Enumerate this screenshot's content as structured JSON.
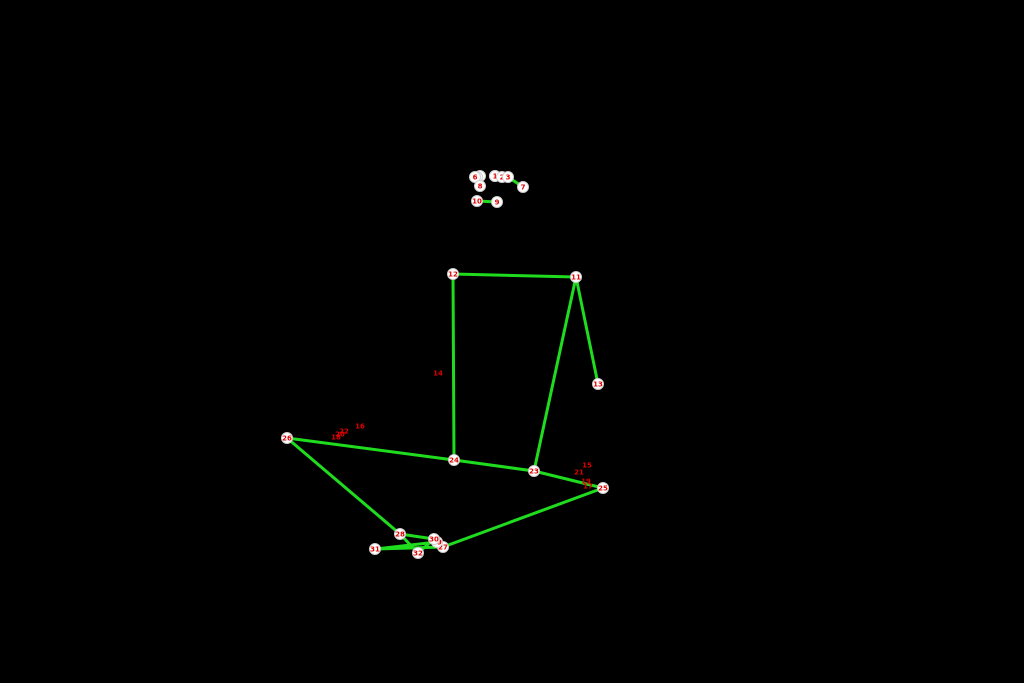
{
  "colors": {
    "background": "#000000",
    "bone": "#1fdc1f",
    "joint_fill": "#ffffff",
    "label": "#e00000"
  },
  "labels": {
    "j0": "0",
    "j1": "1",
    "j2": "2",
    "j3": "3",
    "j4": "4",
    "j5": "5",
    "j6": "6",
    "j7": "7",
    "j8": "8",
    "j9": "9",
    "j10": "10",
    "j11": "11",
    "j12": "12",
    "j13": "13",
    "j14": "14",
    "j15": "15",
    "j16": "16",
    "j17": "17",
    "j18": "18",
    "j19": "19",
    "j20": "20",
    "j21": "21",
    "j22": "22",
    "j23": "23",
    "j24": "24",
    "j25": "25",
    "j26": "26",
    "j27": "27",
    "j28": "28",
    "j29": "29",
    "j30": "30",
    "j31": "31",
    "j32": "32"
  },
  "connections": [
    [
      "j9",
      "j10"
    ],
    [
      "j11",
      "j12"
    ],
    [
      "j11",
      "j13"
    ],
    [
      "j11",
      "j23"
    ],
    [
      "j12",
      "j24"
    ],
    [
      "j23",
      "j24"
    ],
    [
      "j23",
      "j25"
    ],
    [
      "j24",
      "j26"
    ],
    [
      "j25",
      "j27"
    ],
    [
      "j26",
      "j28"
    ],
    [
      "j27",
      "j29"
    ],
    [
      "j27",
      "j31"
    ],
    [
      "j29",
      "j31"
    ],
    [
      "j28",
      "j30"
    ],
    [
      "j28",
      "j32"
    ],
    [
      "j30",
      "j32"
    ],
    [
      "j3",
      "j7"
    ],
    [
      "j1",
      "j2"
    ],
    [
      "j2",
      "j3"
    ]
  ]
}
